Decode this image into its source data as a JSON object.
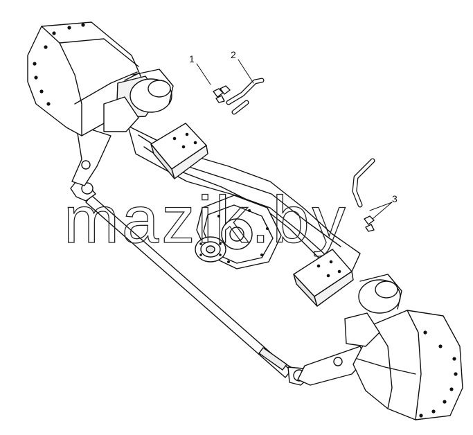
{
  "callouts": [
    {
      "number": "1"
    },
    {
      "number": "2"
    },
    {
      "number": "3"
    }
  ],
  "watermark": {
    "text": "mazik.by"
  },
  "colors": {
    "line": "#111111",
    "fill": "#ffffff",
    "shade": "#e6e6e6"
  }
}
